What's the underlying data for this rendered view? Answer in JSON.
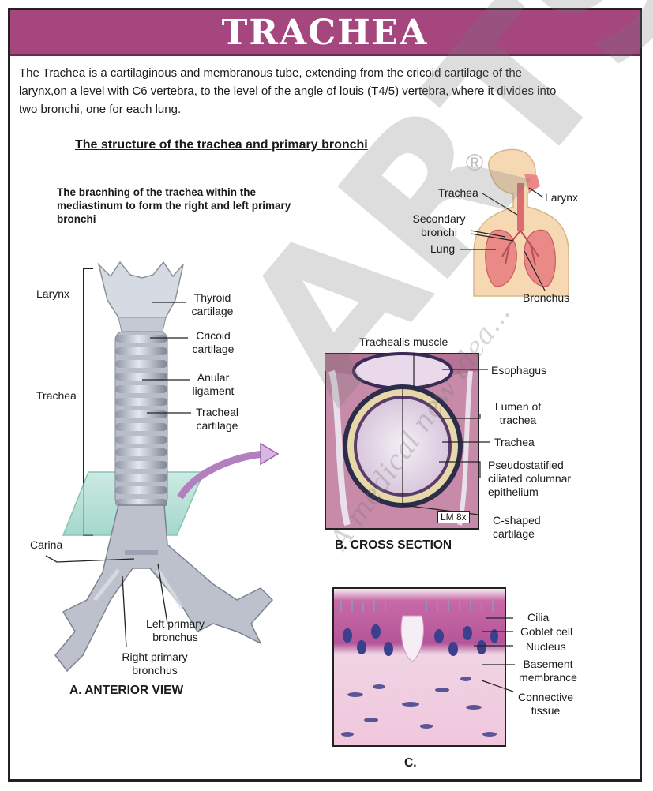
{
  "title": "TRACHEA",
  "intro": "The Trachea is a cartilaginous and membranous tube, extending from the cricoid cartilage of the larynx,on a level with C6 vertebra, to the level of the angle of louis (T4/5) vertebra, where it divides into two bronchi, one for each lung.",
  "subtitle": "The structure of the trachea and primary bronchi",
  "branching_note": "The bracnhing of the trachea within the mediastinum to form the right and left primary bronchi",
  "anterior_view": {
    "caption": "A. ANTERIOR VIEW",
    "labels": {
      "larynx": "Larynx",
      "trachea": "Trachea",
      "carina": "Carina",
      "thyroid": "Thyroid cartilage",
      "cricoid": "Cricoid cartilage",
      "anular": "Anular ligament",
      "tracheal": "Tracheal cartilage",
      "left_bronchus": "Left primary bronchus",
      "right_bronchus": "Right primary bronchus"
    }
  },
  "body_inset": {
    "labels": {
      "trachea": "Trachea",
      "larynx": "Larynx",
      "secondary": "Secondary bronchi",
      "lung": "Lung",
      "bronchus": "Bronchus"
    }
  },
  "cross_section": {
    "caption": "B. CROSS SECTION",
    "magnification": "LM 8x",
    "labels": {
      "trachealis": "Trachealis muscle",
      "esophagus": "Esophagus",
      "lumen": "Lumen of trachea",
      "trachea": "Trachea",
      "epithelium": "Pseudostatified ciliated columnar epithelium",
      "c_shaped": "C-shaped cartilage"
    }
  },
  "histology": {
    "caption": "C.",
    "labels": {
      "cilia": "Cilia",
      "goblet": "Goblet cell",
      "nucleus": "Nucleus",
      "basement": "Basement membrance",
      "connective": "Connective tissue"
    }
  },
  "watermark": {
    "brand": "ARTSY",
    "registered": "®",
    "tagline": "A medical new idea..."
  },
  "colors": {
    "title_bar": "#a5467f",
    "stain_pink": "#e7a1c7",
    "stain_purple": "#5a2a6a",
    "cartilage": "#e6d8a8",
    "lung": "#e98a86",
    "skin": "#f6d9b3"
  }
}
